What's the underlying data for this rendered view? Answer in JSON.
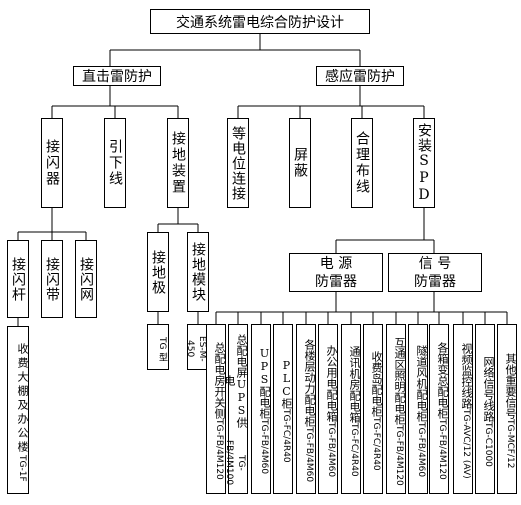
{
  "root": "交通系统雷电综合防护设计",
  "l1": {
    "direct": "直击雷防护",
    "induced": "感应雷防护"
  },
  "direct": {
    "arrester": "接闪器",
    "downlead": "引下线",
    "grounding": "接地装置",
    "arrester_children": [
      "接闪杆",
      "接闪带",
      "接闪网"
    ],
    "rod_note": {
      "text": "收费大棚及办公楼",
      "code": "TG-1F"
    },
    "grounding_children": [
      "接地极",
      "接地模块"
    ],
    "ground_pole_note": {
      "code": "TG 型"
    },
    "ground_module_note": {
      "code": "ES-M-450"
    }
  },
  "induced": {
    "equipotential": "等电位连接",
    "shield": "屏蔽",
    "wiring": "合理布线",
    "spd": "安装SPD",
    "power_arrester": [
      "电 源",
      "防雷器"
    ],
    "signal_arrester": [
      "信 号",
      "防雷器"
    ]
  },
  "power_leaves": [
    {
      "text": "总配电房开关侧",
      "code": "TG-FB/4M120"
    },
    {
      "text": "总配电屏UPS供电",
      "code": "TG-FB/4M100"
    },
    {
      "text": "UPS配电柜",
      "code": "TG-FB/4M60"
    },
    {
      "text": "PLC柜",
      "code": "TG-FC/4R40"
    },
    {
      "text": "各楼层动力配电柜",
      "code": "TG-FB/4M60"
    },
    {
      "text": "办公用电配电箱",
      "code": "TG-FB/4M60"
    },
    {
      "text": "通讯机房配电箱",
      "code": "TG-FC/4R40"
    },
    {
      "text": "收费岛配电柜",
      "code": "TG-FC/4R40"
    },
    {
      "text": "互通区照明配电柜",
      "code": "TG-FB/4M120"
    },
    {
      "text": "隧道风机配电柜",
      "code": "TG-FB/4M60"
    },
    {
      "text": "各箱变总配电柜",
      "code": "TG-FB/4M120"
    }
  ],
  "signal_leaves": [
    {
      "text": "视频监控线路",
      "code": "TG-AVC/12 (AV)"
    },
    {
      "text": "网络信号线路",
      "code": "TG-C1000"
    },
    {
      "text": "其他重要信号",
      "code": "TG-MCF/12"
    }
  ]
}
